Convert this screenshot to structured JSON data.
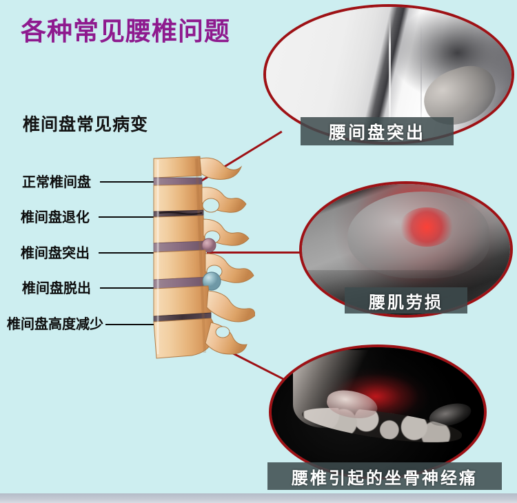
{
  "poster": {
    "background_color": "#cdeef0",
    "accent_red": "#9e1115",
    "title_color": "#8e1a8e",
    "caption_band_color": "#3e4c4e",
    "main_title": "各种常见腰椎问题",
    "sub_title": "椎间盘常见病变"
  },
  "spine_labels": [
    {
      "text": "正常椎间盘",
      "note": "normal disc"
    },
    {
      "text": "椎间盘退化",
      "note": "disc degeneration"
    },
    {
      "text": "椎间盘突出",
      "note": "disc protrusion"
    },
    {
      "text": "椎间盘脱出",
      "note": "disc prolapse"
    },
    {
      "text": "椎间盘高度减少",
      "note": "reduced disc height"
    }
  ],
  "photo_callouts": [
    {
      "id": "disc-herniation",
      "caption": "腰间盘突出",
      "scene": "grayscale photo of person in white shirt holding lower back"
    },
    {
      "id": "muscle-strain",
      "caption": "腰肌劳损",
      "scene": "grayscale photo of person bending over with red pain glow on lower back"
    },
    {
      "id": "sciatica",
      "caption": "腰椎引起的坐骨神经痛",
      "scene": "dark photo of torso with hands on lower back and red pain glow"
    }
  ]
}
